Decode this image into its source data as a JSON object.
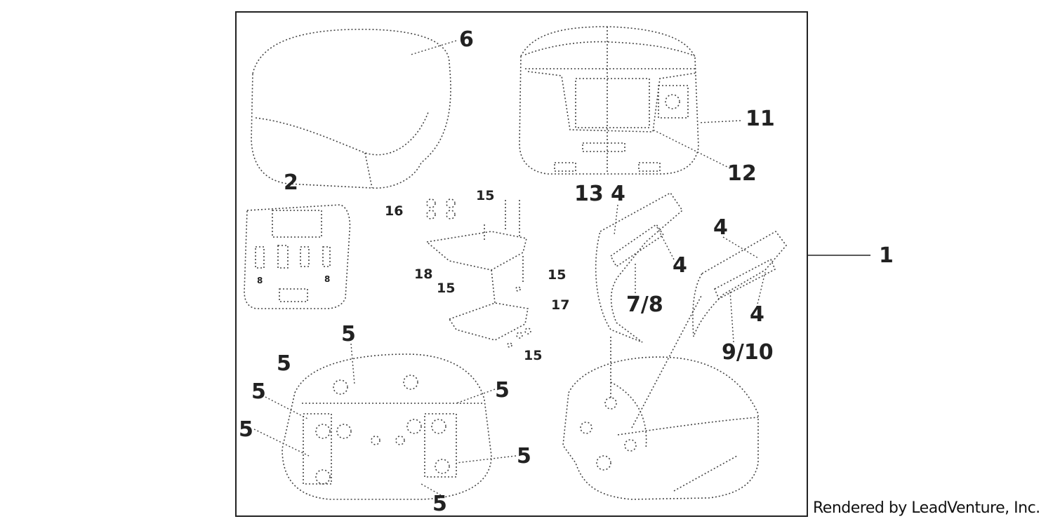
{
  "diagram": {
    "callouts": {
      "c1": "1",
      "c2": "2",
      "c4a": "4",
      "c4b": "4",
      "c4c": "4",
      "c4d": "4",
      "c5a": "5",
      "c5b": "5",
      "c5c": "5",
      "c5d": "5",
      "c5e": "5",
      "c5f": "5",
      "c5g": "5",
      "c6": "6",
      "c78": "7/8",
      "c910": "9/10",
      "c11": "11",
      "c12": "12",
      "c13": "13",
      "c15a": "15",
      "c15b": "15",
      "c15c": "15",
      "c15d": "15",
      "c16": "16",
      "c17": "17",
      "c18": "18",
      "s8a": "8",
      "s8b": "8"
    },
    "credit": "Rendered by LeadVenture, Inc."
  }
}
